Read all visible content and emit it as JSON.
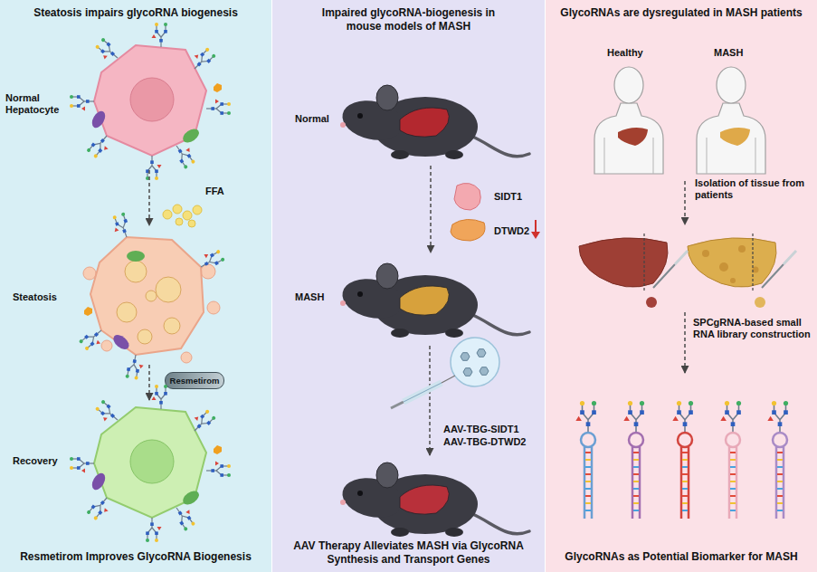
{
  "diagram": {
    "nodes": [
      {
        "text": [
          "Steatosis impairs glycoRNA biogenesis",
          "Resmetirom Improves GlycoRNA Biogenesis"
        ]
      },
      {
        "text": [
          "Normal Hepatocyte"
        ],
        "in": 0
      },
      {
        "text": [
          "Steatosis"
        ],
        "in": 0
      },
      {
        "text": [
          "Resmetirom"
        ],
        "in": 0
      },
      {
        "text": [
          "Recovery"
        ],
        "in": 0
      },
      {
        "text": [
          "Impaired glycoRNA-biogenesis in mouse models of MASH",
          "AAV Therapy Alleviates MASH via GlycoRNA Synthesis and Transport Genes"
        ]
      },
      {
        "text": [
          "Normal"
        ],
        "in": 5
      },
      {
        "text": [
          "MASH"
        ],
        "in": 5
      },
      {
        "text": [
          "GlycoRNAs are dysregulated in MASH patients",
          "GlycoRNAs as Potential Biomarker for MASH"
        ]
      }
    ],
    "edges": [
      {
        "from": 1,
        "to": 2,
        "arrow": "to",
        "label": "FFA"
      },
      {
        "from": 2,
        "to": 4,
        "arrow": "to"
      },
      {
        "from": 6,
        "to": 7,
        "arrow": "to"
      }
    ],
    "labels": [
      "SIDT1",
      "DTWD2",
      "AAV-TBG-SIDT1",
      "AAV-TBG-DTWD2",
      "Healthy",
      "MASH",
      "Isolation of tissue from patients",
      "SPCgRNA-based small RNA library construction"
    ]
  }
}
